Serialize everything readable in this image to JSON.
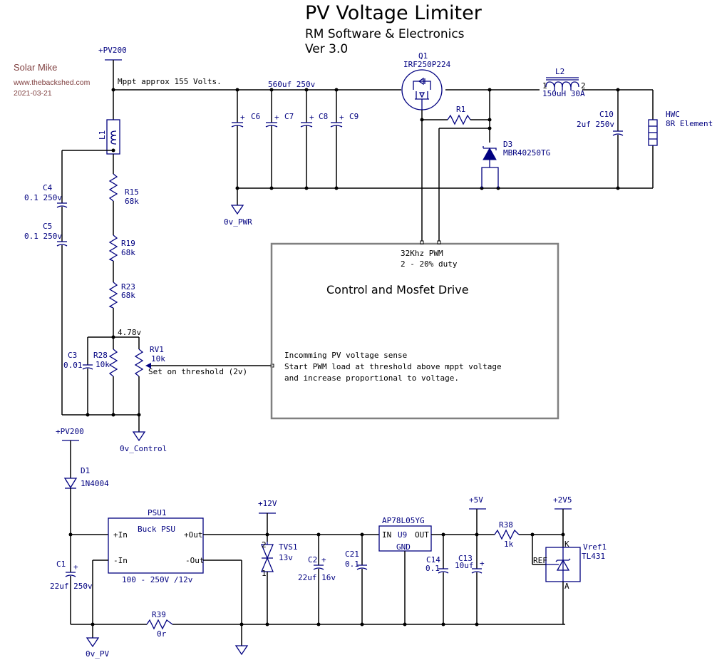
{
  "header": {
    "title": "PV  Voltage  Limiter",
    "company": "RM  Software  &  Electronics",
    "version": "Ver  3.0"
  },
  "author": {
    "name": "Solar Mike",
    "website": "www.thebackshed.com",
    "date": "2021-03-21"
  },
  "nets": {
    "pv200_top": "+PV200",
    "pv200_bottom": "+PV200",
    "mppt_note": "Mppt  approx  155  Volts.",
    "gnd_pwr": "0v_PWR",
    "gnd_control": "0v_Control",
    "gnd_pv": "0v_PV",
    "v12": "+12V",
    "v5": "+5V",
    "v2v5": "+2V5",
    "divider_voltage": "4.78v"
  },
  "components": {
    "L1": {
      "ref": "L1"
    },
    "L2": {
      "ref": "L2",
      "value": "150uH  30A",
      "pin1": "1",
      "pin2": "2"
    },
    "Q1": {
      "ref": "Q1",
      "value": "IRF250P224"
    },
    "R1": {
      "ref": "R1"
    },
    "D3": {
      "ref": "D3",
      "value": "MBR40250TG"
    },
    "C6": {
      "ref": "C6"
    },
    "C7": {
      "ref": "C7"
    },
    "C8": {
      "ref": "C8"
    },
    "C9": {
      "ref": "C9"
    },
    "bulk_caps_value": "560uf  250v",
    "C10": {
      "ref": "C10",
      "value": "2uf  250v"
    },
    "HWC": {
      "ref": "HWC",
      "value": "8R  Element"
    },
    "C4": {
      "ref": "C4",
      "value": "0.1 250v"
    },
    "C5": {
      "ref": "C5",
      "value": "0.1 250v"
    },
    "R15": {
      "ref": "R15",
      "value": "68k"
    },
    "R19": {
      "ref": "R19",
      "value": "68k"
    },
    "R23": {
      "ref": "R23",
      "value": "68k"
    },
    "C3": {
      "ref": "C3",
      "value": "0.01"
    },
    "R28": {
      "ref": "R28",
      "value": "10k"
    },
    "RV1": {
      "ref": "RV1",
      "value": "10k",
      "note": "Set  on  threshold  (2v)"
    },
    "D1": {
      "ref": "D1",
      "value": "1N4004"
    },
    "PSU1": {
      "ref": "PSU1",
      "name": "Buck  PSU",
      "pin_in_pos": "+In",
      "pin_in_neg": "-In",
      "pin_out_pos": "+Out",
      "pin_out_neg": "-Out",
      "rating": "100  -  250V  /12v"
    },
    "C1": {
      "ref": "C1",
      "value": "22uf  250v"
    },
    "R39": {
      "ref": "R39",
      "value": "0r"
    },
    "TVS1": {
      "ref": "TVS1",
      "value": "13v",
      "pin1": "1",
      "pin2": "2"
    },
    "C2": {
      "ref": "C2",
      "value": "22uf  16v"
    },
    "C21": {
      "ref": "C21",
      "value": "0.1"
    },
    "U9": {
      "ref": "U9",
      "part": "AP78L05YG",
      "pin_in": "IN",
      "pin_out": "OUT",
      "pin_gnd": "GND"
    },
    "C14": {
      "ref": "C14",
      "value": "0.1"
    },
    "C13": {
      "ref": "C13",
      "value": "10uf"
    },
    "R38": {
      "ref": "R38",
      "value": "1k"
    },
    "Vref1": {
      "ref": "Vref1",
      "value": "TL431",
      "pin_k": "K",
      "pin_a": "A",
      "pin_ref": "REF"
    }
  },
  "control_block": {
    "pwm_line1": "32Khz  PWM",
    "pwm_line2": "2  -  20%  duty",
    "title": "Control  and  Mosfet  Drive",
    "desc_line1": "Incomming  PV  voltage  sense",
    "desc_line2": "Start  PWM  load  at  threshold  above  mppt  voltage",
    "desc_line3": "and  increase  proportional  to  voltage."
  }
}
